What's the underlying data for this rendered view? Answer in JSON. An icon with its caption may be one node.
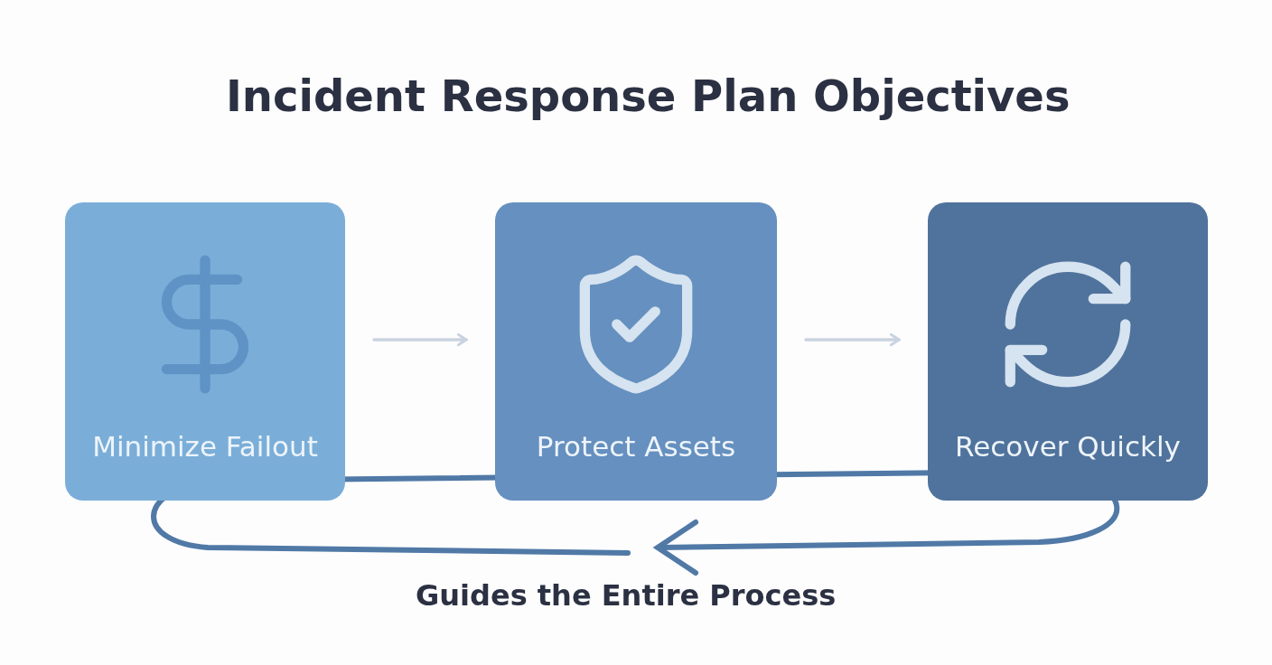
{
  "diagram": {
    "title": "Incident Response Plan Objectives",
    "nodes": [
      {
        "text": [
          "Minimize Failout"
        ]
      },
      {
        "text": [
          "Protect Assets"
        ]
      },
      {
        "text": [
          "Recover Quickly"
        ]
      }
    ],
    "edges": [
      {
        "from": 0,
        "to": 1,
        "arrow": "to"
      },
      {
        "from": 1,
        "to": 2,
        "arrow": "to"
      }
    ],
    "labels": [
      "Guides the Entire Process"
    ]
  }
}
